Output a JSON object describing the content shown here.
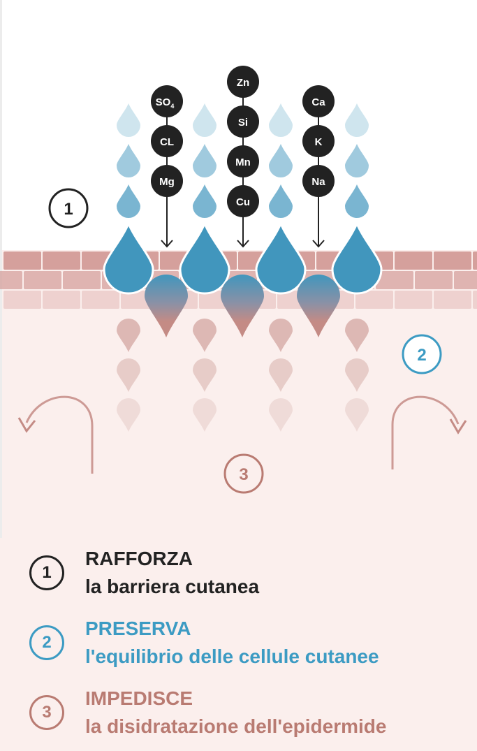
{
  "colors": {
    "skin_bg": "#fbefed",
    "brick_dark": "#d5a09c",
    "brick_light": "#e8c5c2",
    "drop_blue": "#4196bd",
    "drop_pink": "#c48b85",
    "ion_fill": "#222222",
    "marker_black": "#222222",
    "marker_blue": "#3c9bc3",
    "marker_pink": "#b97b72"
  },
  "diagram": {
    "marker_1": "1",
    "marker_2": "2",
    "marker_3": "3",
    "ion_columns": [
      {
        "ions": [
          "SO4",
          "CL",
          "Mg"
        ]
      },
      {
        "ions": [
          "Zn",
          "Si",
          "Mn",
          "Cu"
        ]
      },
      {
        "ions": [
          "Ca",
          "K",
          "Na"
        ]
      }
    ]
  },
  "legend": [
    {
      "number": "1",
      "title": "RAFFORZA",
      "subtitle": "la barriera cutanea"
    },
    {
      "number": "2",
      "title": "PRESERVA",
      "subtitle": "l'equilibrio delle cellule cutanee"
    },
    {
      "number": "3",
      "title": "IMPEDISCE",
      "subtitle": "la disidratazione dell'epidermide"
    }
  ]
}
